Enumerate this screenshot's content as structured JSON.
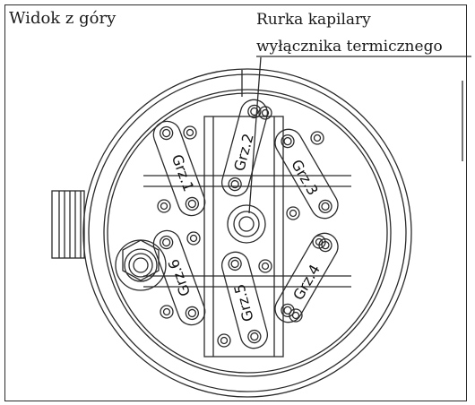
{
  "title": "Widok z góry",
  "callout": {
    "line1": "Rurka kapilary",
    "line2": "wyłącznika termicznego"
  },
  "heaters": [
    {
      "label": "Grz.1"
    },
    {
      "label": "Grz.2"
    },
    {
      "label": "Grz.3"
    },
    {
      "label": "Grz.4"
    },
    {
      "label": "Grz.5"
    },
    {
      "label": "Grz.6"
    }
  ],
  "colors": {
    "line": "#2a2a2a",
    "background": "#ffffff"
  }
}
